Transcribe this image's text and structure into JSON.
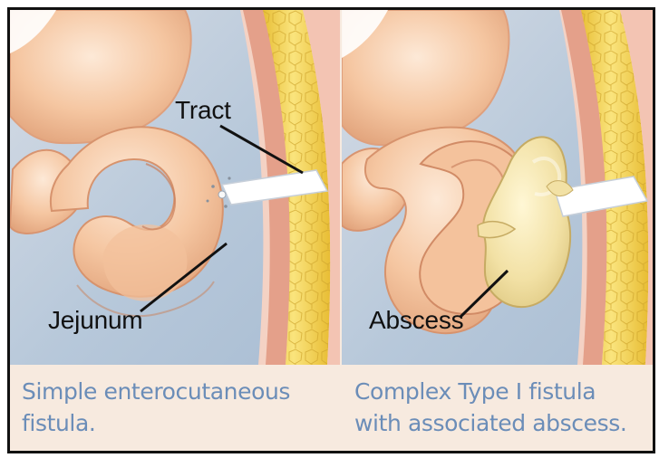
{
  "panels": {
    "simple": {
      "labels": {
        "tract": "Tract",
        "jejunum": "Jejunum"
      },
      "caption_line1": "Simple enterocutaneous",
      "caption_line2": "fistula."
    },
    "complex": {
      "labels": {
        "abscess": "Abscess"
      },
      "caption_line1": "Complex Type I fistula",
      "caption_line2": "with associated abscess."
    }
  },
  "colors": {
    "frame": "#111111",
    "background": "#f7eadf",
    "cavity": "#bccbdc",
    "bowel": "#f5c9a4",
    "abdominal_wall_pink": "#e8a689",
    "fat_layer": "#f3d45d",
    "abscess": "#f2e1a8",
    "caption_text": "#6b8db8"
  }
}
